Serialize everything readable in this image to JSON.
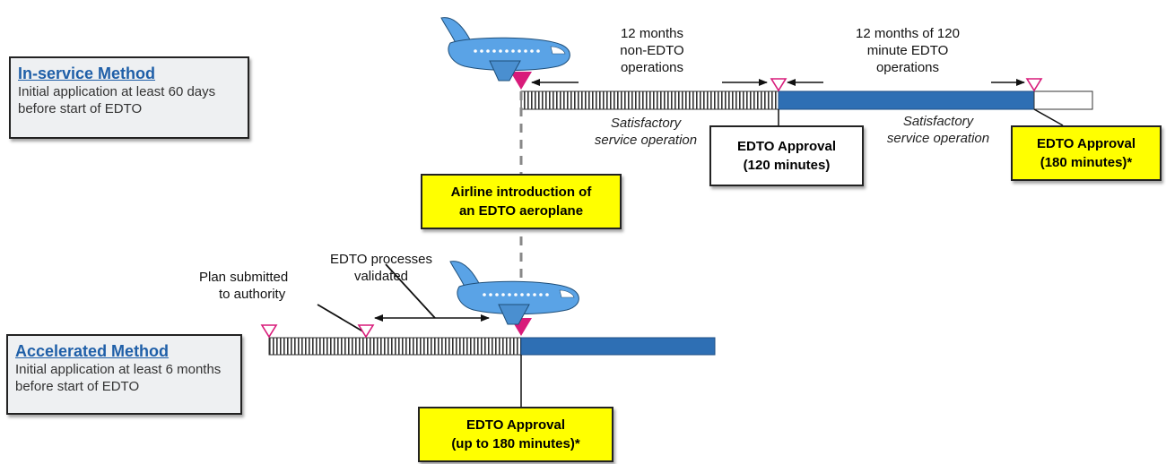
{
  "in_service": {
    "title": "In-service Method",
    "description": "Initial application at least 60 days before start of EDTO"
  },
  "accelerated": {
    "title": "Accelerated Method",
    "description": "Initial application at least 6 months before start of EDTO"
  },
  "labels": {
    "non_edto_line1": "12 months",
    "non_edto_line2": "non-EDTO",
    "non_edto_line3": "operations",
    "edto120_line1": "12 months of 120",
    "edto120_line2": "minute EDTO",
    "edto120_line3": "operations",
    "satisfactory1_line1": "Satisfactory",
    "satisfactory1_line2": "service operation",
    "satisfactory2_line1": "Satisfactory",
    "satisfactory2_line2": "service operation",
    "plan_line1": "Plan submitted",
    "plan_line2": "to authority",
    "processes_line1": "EDTO processes",
    "processes_line2": "validated"
  },
  "callouts": {
    "approval_120_line1": "EDTO Approval",
    "approval_120_line2": "(120 minutes)",
    "approval_180_line1": "EDTO Approval",
    "approval_180_line2": "(180 minutes)*",
    "introduction_line1": "Airline introduction of",
    "introduction_line2": "an EDTO aeroplane",
    "approval_upto_line1": "EDTO Approval",
    "approval_upto_line2": "(up to 180 minutes)*"
  },
  "colors": {
    "edto_bar": "#2e6fb4",
    "marker_magenta": "#d81b7a",
    "callout_yellow": "#ffff00",
    "callout_white": "#ffffff",
    "title_blue": "#1f5fa8",
    "plane_blue": "#5aa3e6"
  }
}
